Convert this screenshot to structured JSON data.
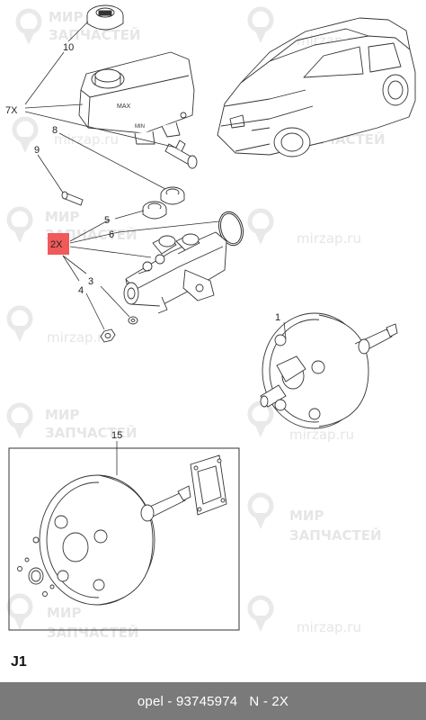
{
  "watermarks": {
    "line1": "МИР",
    "line2": "ЗАПЧАСТЕЙ",
    "url": "mirzap.ru"
  },
  "callouts": {
    "c10": "10",
    "c7x": "7X",
    "c8": "8",
    "c9": "9",
    "c5": "5",
    "c6": "6",
    "c2x": "2X",
    "c3": "3",
    "c4": "4",
    "c1": "1",
    "c15": "15"
  },
  "highlight": {
    "color": "#f05a5a"
  },
  "page_label": "J1",
  "footer": {
    "brand": "opel",
    "separator": " - ",
    "part_number": "93745974",
    "spacer": "   ",
    "position": "N - 2X",
    "background": "#7a7a7a"
  }
}
